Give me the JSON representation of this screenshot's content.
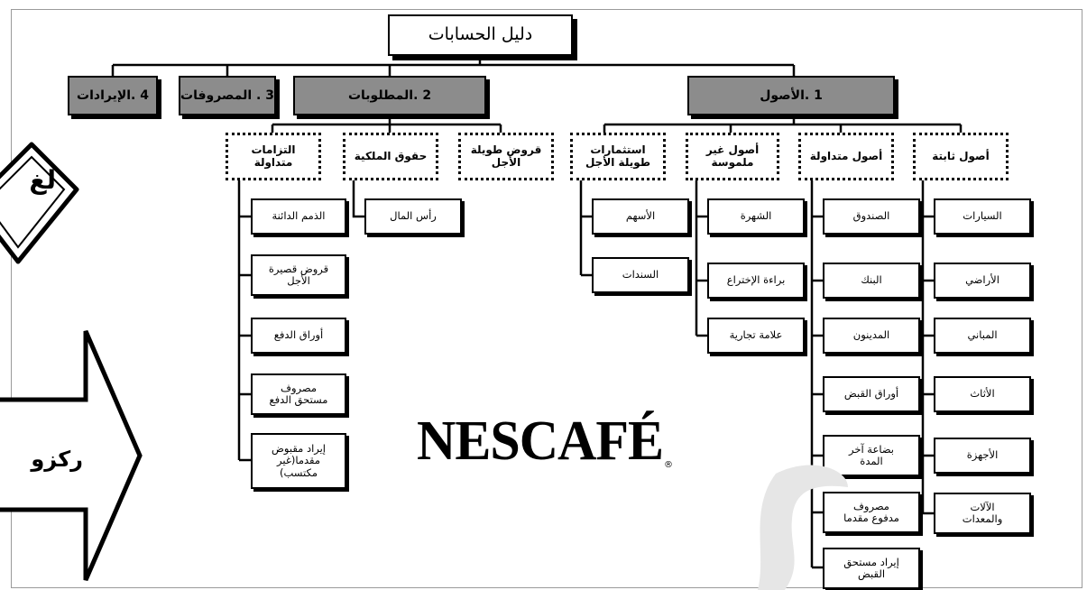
{
  "diagram": {
    "title": "دليل الحسابات",
    "categories": [
      {
        "id": "c1",
        "label": "1 .الأصول"
      },
      {
        "id": "c2",
        "label": "2 .المطلوبات"
      },
      {
        "id": "c3",
        "label": "3 . المصروفات"
      },
      {
        "id": "c4",
        "label": "4 .الإيرادات"
      }
    ],
    "subcategories": [
      {
        "id": "s1",
        "label": "أصول ثابتة"
      },
      {
        "id": "s2",
        "label": "أصول متداولة"
      },
      {
        "id": "s3",
        "label": "أصول غير\nملموسة"
      },
      {
        "id": "s4",
        "label": "استثمارات\nطويلة الأجل"
      },
      {
        "id": "s5",
        "label": "قروض طويلة\nالأجل"
      },
      {
        "id": "s6",
        "label": "حقوق الملكية"
      },
      {
        "id": "s7",
        "label": "التزامات\nمتداولة"
      }
    ],
    "leaves": {
      "fixed_assets": [
        "السيارات",
        "الأراضي",
        "المباني",
        "الأثاث",
        "الأجهزة",
        "الآلات\nوالمعدات"
      ],
      "current_assets": [
        "الصندوق",
        "البنك",
        "المدينون",
        "أوراق القبض",
        "بضاعة آخر\nالمدة",
        "مصروف\nمدفوع مقدما",
        "إيراد مستحق\nالقبض"
      ],
      "intangible_assets": [
        "الشهرة",
        "براءة الإختراع",
        "علامة تجارية"
      ],
      "long_term_investments": [
        "الأسهم",
        "السندات"
      ],
      "equity": [
        "رأس المال"
      ],
      "current_liabilities": [
        "الذمم الدائنة",
        "قروض قصيرة\nالأجل",
        "أوراق الدفع",
        "مصروف\nمستحق الدفع",
        "إيراد مقبوض\nمقدما(غير\nمكتسب)"
      ]
    }
  },
  "logo": {
    "brand_text": "NESCAFÉ",
    "registered_mark": "®"
  },
  "decorations": {
    "arrow_text": "ركزو",
    "stamp_text": "لغ"
  }
}
